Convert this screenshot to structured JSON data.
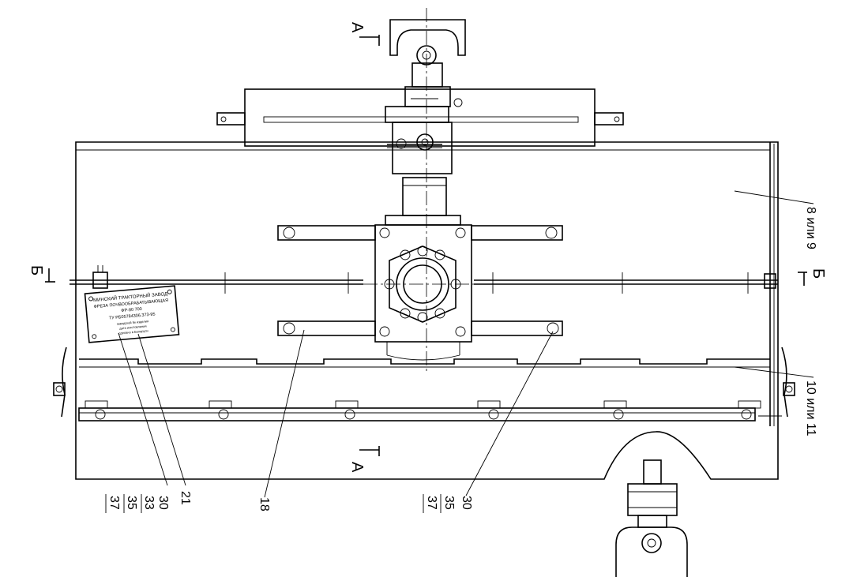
{
  "section_marks": {
    "a": "А",
    "b": "Б"
  },
  "nameplate": {
    "line1": "МИНСКИЙ ТРАКТОРНЫЙ ЗАВОД",
    "line2": "ФРЕЗА ПОЧВООБРАБАТЫВАЮЩАЯ",
    "line3": "ФР-80 700",
    "line4": "ТУ РБ05784306.373-95",
    "line5": "заводской № изделия",
    "line6": "дата изготовления",
    "line7": "сделано в Беларуси"
  },
  "callouts": {
    "c8or9": "8 или 9",
    "c10or11": "10 или 11",
    "c21": "21",
    "c18": "18",
    "stack1": [
      "30",
      "33",
      "35",
      "37"
    ],
    "stack2": [
      "30",
      "35",
      "37"
    ]
  }
}
